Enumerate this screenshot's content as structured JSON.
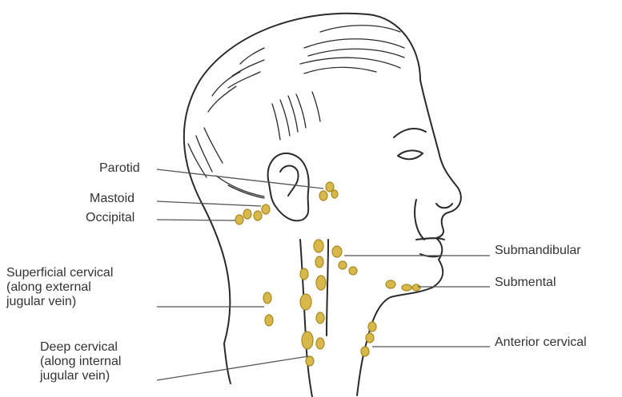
{
  "labels": {
    "parotid": "Parotid",
    "mastoid": "Mastoid",
    "occipital": "Occipital",
    "superficial_cervical": [
      "Superficial cervical",
      "(along external",
      "jugular vein)"
    ],
    "deep_cervical": [
      "Deep cervical",
      "(along internal",
      "jugular vein)"
    ],
    "submandibular": "Submandibular",
    "submental": "Submental",
    "anterior_cervical": "Anterior cervical"
  },
  "colors": {
    "outline": "#2a2a2a",
    "node_fill": "#d8b84a",
    "node_stroke": "#a88a20",
    "leader": "#555555",
    "text": "#333333"
  }
}
